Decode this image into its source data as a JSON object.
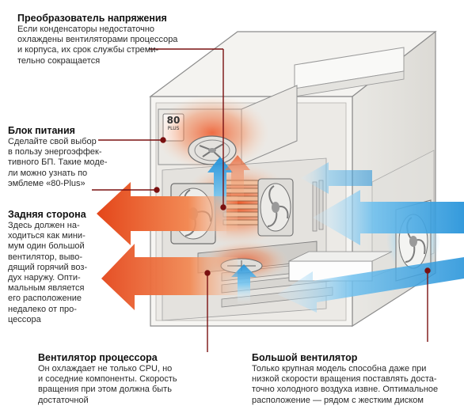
{
  "annotations": {
    "voltage_converter": {
      "title": "Преобразователь напряжения",
      "lines": [
        "Если конденсаторы недостаточно",
        "охлаждены вентиляторами процессора",
        "и корпуса, их срок службы стреми-",
        "тельно сокращается"
      ]
    },
    "psu": {
      "title": "Блок питания",
      "lines": [
        "Сделайте свой выбор",
        "в пользу энергоэффек-",
        "тивного БП. Такие моде-",
        "ли можно узнать по",
        "эмблеме «80-Plus»"
      ]
    },
    "rear_side": {
      "title": "Задняя сторона",
      "lines": [
        "Здесь должен на-",
        "ходиться как мини-",
        "мум один большой",
        "вентилятор, выво-",
        "дящий горячий воз-",
        "дух наружу. Опти-",
        "мальным является",
        "его расположение",
        "недалеко от про-",
        "цессора"
      ]
    },
    "cpu_fan": {
      "title": "Вентилятор процессора",
      "lines": [
        "Он охлаждает не только CPU, но",
        "и соседние компоненты. Скорость",
        "вращения при этом должна быть",
        "достаточной"
      ]
    },
    "big_fan": {
      "title": "Большой вентилятор",
      "lines": [
        "Только крупная модель способна даже при",
        "низкой скорости вращения поставлять доста-",
        "точно холодного воздуха извне. Оптимальное",
        "расположение — рядом с жестким диском"
      ]
    }
  },
  "psu_badge": {
    "top": "80",
    "bottom": "PLUS"
  },
  "colors": {
    "hot": "#e8491e",
    "warm": "#f6a06b",
    "cold": "#2f9ee0",
    "cold_light": "#bfe3f7",
    "case_fill": "#f2f1ee",
    "case_stroke": "#8a8a8a",
    "leader": "#7a1010"
  }
}
